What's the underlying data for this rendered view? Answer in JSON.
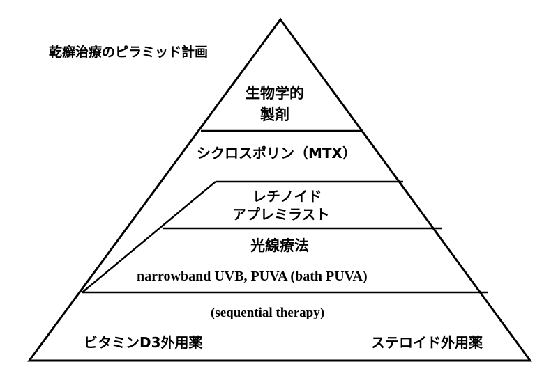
{
  "title": "乾癬治療のピラミッド計画",
  "tiers": {
    "top": {
      "line1": "生物学的",
      "line2": "製剤"
    },
    "cyclosporine": "シクロスポリン（MTX）",
    "retinoid": {
      "line1": "レチノイド",
      "line2": "アプレミラスト"
    },
    "phototherapy": {
      "heading": "光線療法",
      "detail": "narrowband UVB, PUVA (bath PUVA)"
    },
    "base": {
      "sequential": "(sequential therapy)",
      "left": "ビタミンD3外用薬",
      "right": "ステロイド外用薬"
    }
  },
  "colors": {
    "line": "#000000",
    "text": "#000000",
    "background": "#ffffff"
  }
}
